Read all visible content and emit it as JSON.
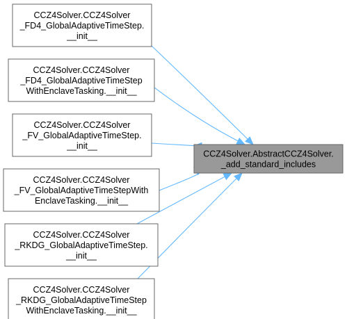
{
  "target": {
    "lines": [
      "CCZ4Solver.AbstractCCZ4Solver.",
      "_add_standard_includes"
    ]
  },
  "callers": [
    {
      "lines": [
        "CCZ4Solver.CCZ4Solver",
        "_FD4_GlobalAdaptiveTimeStep.",
        "__init__"
      ]
    },
    {
      "lines": [
        "CCZ4Solver.CCZ4Solver",
        "_FD4_GlobalAdaptiveTimeStep",
        "WithEnclaveTasking.__init__"
      ]
    },
    {
      "lines": [
        "CCZ4Solver.CCZ4Solver",
        "_FV_GlobalAdaptiveTimeStep.",
        "__init__"
      ]
    },
    {
      "lines": [
        "CCZ4Solver.CCZ4Solver",
        "_FV_GlobalAdaptiveTimeStepWith",
        "EnclaveTasking.__init__"
      ]
    },
    {
      "lines": [
        "CCZ4Solver.CCZ4Solver",
        "_RKDG_GlobalAdaptiveTimeStep.",
        "__init__"
      ]
    },
    {
      "lines": [
        "CCZ4Solver.CCZ4Solver",
        "_RKDG_GlobalAdaptiveTimeStep",
        "WithEnclaveTasking.__init__"
      ]
    }
  ],
  "colors": {
    "edge": "#63b8ff",
    "node_border": "#666666",
    "target_fill": "#999999",
    "node_fill": "#ffffff"
  }
}
